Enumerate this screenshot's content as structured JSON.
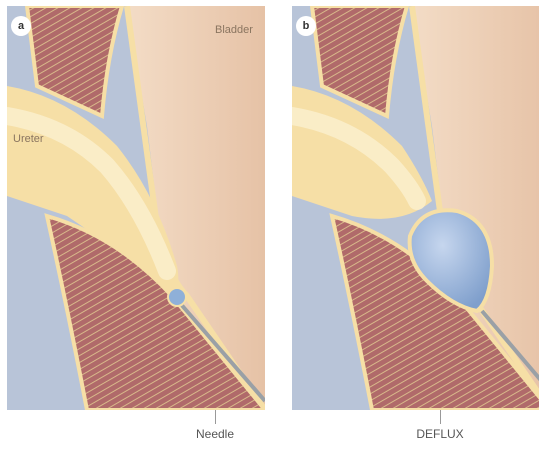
{
  "panels": [
    {
      "badge": "a",
      "label_bladder": "Bladder",
      "label_ureter": "Ureter",
      "caption": "Needle"
    },
    {
      "badge": "b",
      "caption": "DEFLUX"
    }
  ],
  "colors": {
    "background_blue": "#b8c4d8",
    "bladder_wall": "#efe3d2",
    "bladder_interior": "#e8c7ad",
    "muscle": "#b06a6a",
    "muscle_fiber": "#d8b88a",
    "ureter": "#f6dfa6",
    "bolus": "#8fb0d8",
    "needle": "#9aa0a6"
  }
}
